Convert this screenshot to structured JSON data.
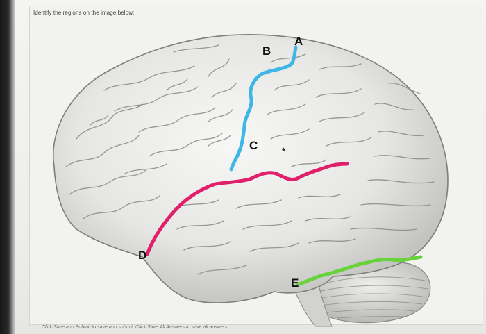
{
  "question": {
    "prompt": "Identify the regions on the image below:"
  },
  "figure": {
    "labels": {
      "a": "A",
      "b": "B",
      "c": "C",
      "d": "D",
      "e": "E"
    },
    "line_colors": {
      "central_sulcus": "#3fb6e6",
      "lateral_sulcus": "#e0206a",
      "preoccipital": "#69d23a"
    }
  },
  "footer": {
    "hint": "Click Save and Submit to save and submit. Click Save All Answers to save all answers."
  }
}
